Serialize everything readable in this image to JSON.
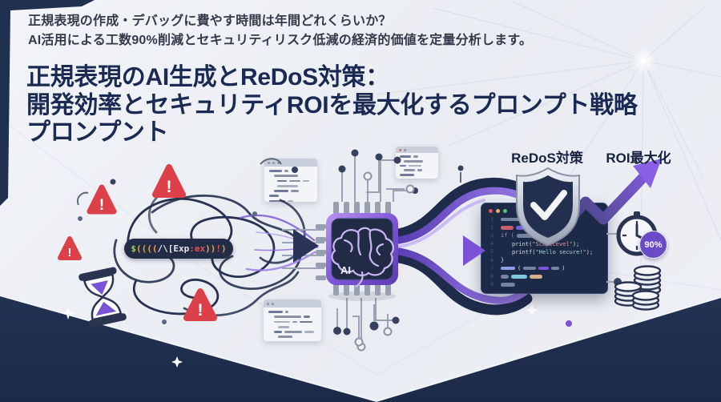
{
  "colors": {
    "navy": "#203050",
    "heading": "#1b2a52",
    "accent_purple": "#7b52d6",
    "warning_red": "#dc4048",
    "badge_purple": "#6b4ac6",
    "editor_bg": "#1d2a47"
  },
  "header": {
    "kicker_line1": "正規表現の作成・デバッグに費やす時間は年間どれくらいか？",
    "kicker_line2": "AI活用による工数90%削減とセキュリティリスク低減の経済的価値を定量分析します。",
    "title_line1": "正規表現のAI生成とReDoS対策：",
    "title_line2": "開発効率とセキュリティROIを最大化するプロンプト戦略",
    "title_line3": "プロンプント"
  },
  "diagram": {
    "warning_mark": "!",
    "chip_label": "AI",
    "label_redos": "ReDoS対策",
    "label_roi": "ROI最大化",
    "roi_badge": "90%",
    "regex_tokens": [
      {
        "text": "$"
      },
      {
        "text": "(((("
      },
      {
        "text": "/\\[Exp"
      },
      {
        "text": ":ex"
      },
      {
        "text": "))"
      },
      {
        "text": "!"
      },
      {
        "text": ")"
      }
    ],
    "editor": {
      "line_numbers": [
        "1",
        "2",
        "3",
        "4",
        "5",
        "6",
        "7",
        "8",
        "9"
      ],
      "kw_if": "if (",
      "brace_open": "{",
      "brace_close": "}",
      "paren_open": "(",
      "paren_close": ")",
      "line4_fn": "print(",
      "line4_str": "\"Scapecevel\"",
      "line4_tail": ");",
      "line5_fn": "printf(",
      "line5_str": "\"Hello secure!\"",
      "line5_tail": ");"
    }
  }
}
